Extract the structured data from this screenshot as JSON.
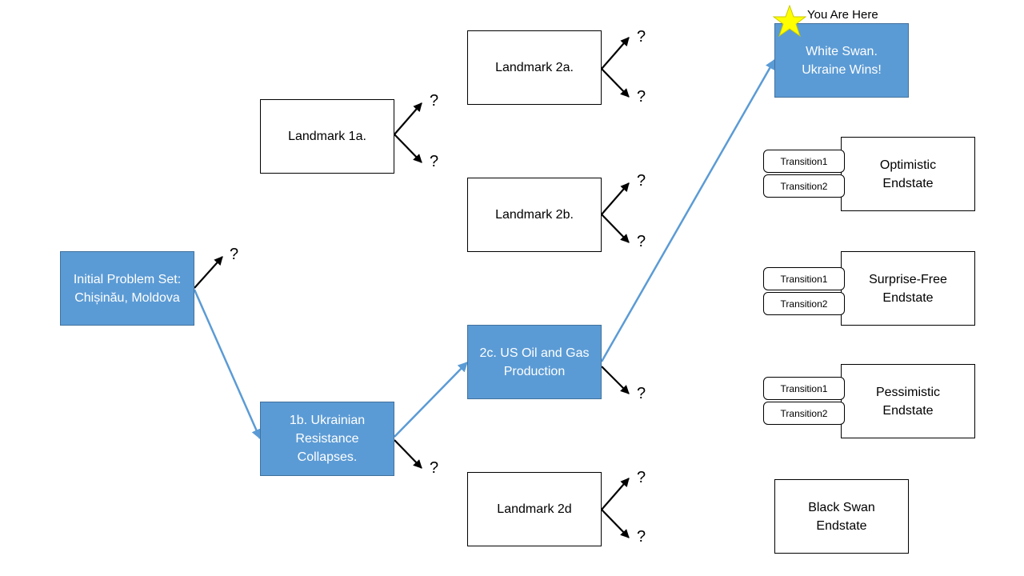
{
  "nodes": {
    "initial": "Initial Problem Set:\nChișinău, Moldova",
    "landmark_1a": "Landmark 1a.",
    "landmark_1b": "1b. Ukrainian\nResistance\nCollapses.",
    "landmark_2a": "Landmark 2a.",
    "landmark_2b": "Landmark 2b.",
    "landmark_2c": "2c. US Oil and Gas\nProduction",
    "landmark_2d": "Landmark 2d",
    "white_swan": "White Swan.\nUkraine Wins!",
    "optimistic": "Optimistic\nEndstate",
    "surprise_free": "Surprise-Free\nEndstate",
    "pessimistic": "Pessimistic\nEndstate",
    "black_swan": "Black Swan\nEndstate"
  },
  "transitions": {
    "t1": "Transition1",
    "t2": "Transition2"
  },
  "unknown_marker": "?",
  "you_are_here": "You Are Here",
  "colors": {
    "highlight_fill": "#5b9bd5",
    "highlight_border": "#41719c",
    "path_line": "#5b9bd5",
    "branch_line": "#000000",
    "star_fill": "#ffff00"
  },
  "icons": {
    "marker": "star-icon"
  }
}
